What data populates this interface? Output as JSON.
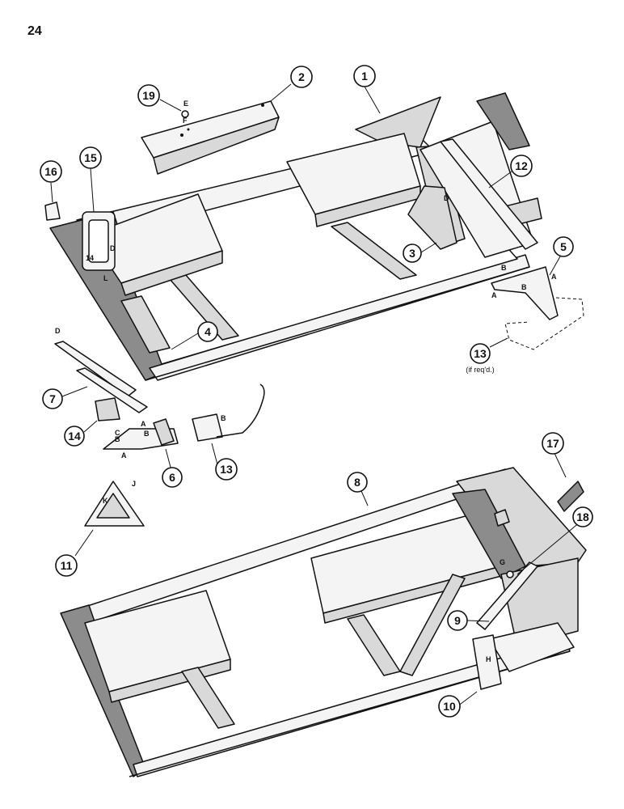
{
  "page_number": "24",
  "callouts": [
    "1",
    "2",
    "3",
    "4",
    "5",
    "6",
    "7",
    "8",
    "9",
    "10",
    "11",
    "12",
    "13",
    "13",
    "14",
    "15",
    "16",
    "17",
    "18",
    "19"
  ],
  "letters": [
    "E",
    "F",
    "D",
    "D",
    "L",
    "14",
    "B",
    "A",
    "B",
    "A",
    "D",
    "C",
    "B",
    "A",
    "B",
    "A",
    "B",
    "J",
    "K",
    "G",
    "H"
  ],
  "note": "(if req'd.)"
}
